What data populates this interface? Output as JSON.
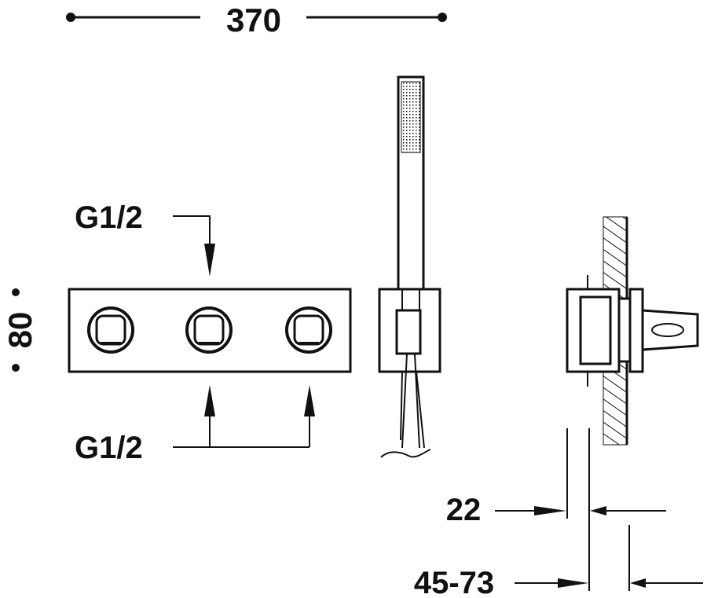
{
  "dimensions": {
    "total_width": "370",
    "panel_height": "80",
    "thread_top": "G1/2",
    "thread_bottom": "G1/2",
    "wall_offset": "22",
    "install_depth": "45-73"
  }
}
